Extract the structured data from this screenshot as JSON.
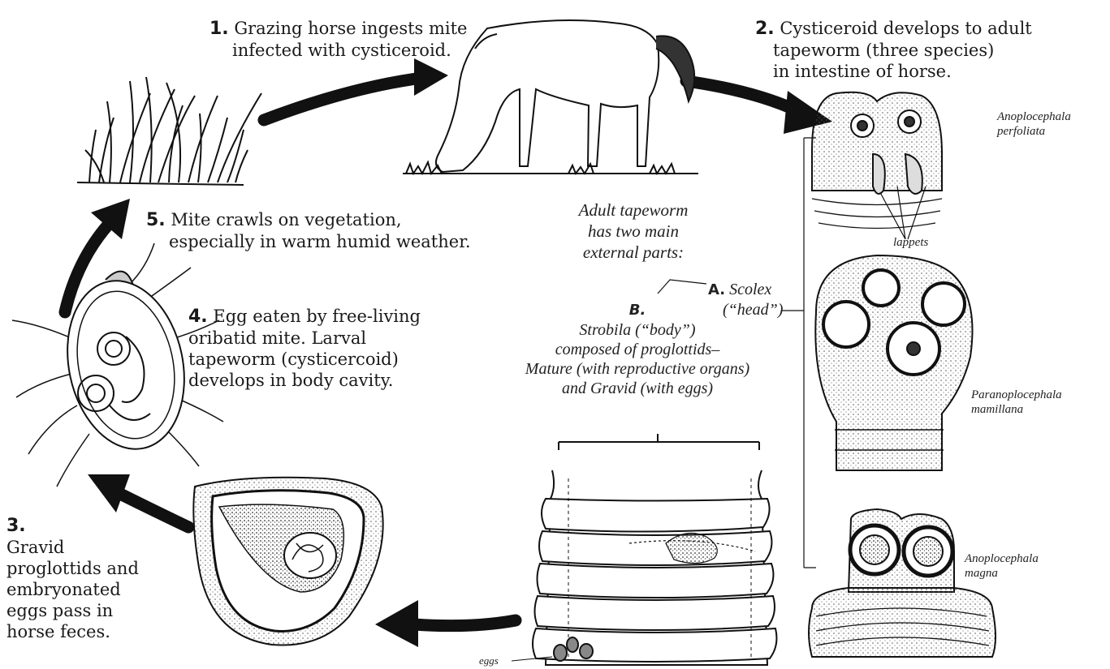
{
  "steps": [
    {
      "num": "1.",
      "line1": "Grazing horse ingests mite",
      "line2": "infected with cysticeroid."
    },
    {
      "num": "2.",
      "line1": "Cysticeroid develops to adult",
      "line2": "tapeworm (three species)",
      "line3": "in intestine of horse."
    },
    {
      "num": "3.",
      "line1": "Gravid",
      "line2": "proglottids and",
      "line3": "embryonated",
      "line4": "eggs pass in",
      "line5": "horse feces."
    },
    {
      "num": "4.",
      "line1": "Egg eaten by free-living",
      "line2": "oribatid mite. Larval",
      "line3": "tapeworm (cysticercoid)",
      "line4": "develops in body cavity."
    },
    {
      "num": "5.",
      "line1": "Mite crawls on vegetation,",
      "line2": "especially in warm humid weather."
    }
  ],
  "adult": {
    "line1": "Adult tapeworm",
    "line2": "has two main",
    "line3": "external parts:",
    "scolex_letter": "A.",
    "scolex_label": "Scolex",
    "scolex_sub": "(“head”)",
    "strobila_letter": "B.",
    "strobila_l1": "Strobila (“body”)",
    "strobila_l2": "composed of proglottids–",
    "strobila_l3": "Mature (with reproductive organs)",
    "strobila_l4": "and Gravid (with eggs)"
  },
  "species": [
    {
      "genus": "Anoplocephala",
      "epithet": "perfoliata"
    },
    {
      "genus": "Paranoplocephala",
      "epithet": "mamillana"
    },
    {
      "genus": "Anoplocephala",
      "epithet": "magna"
    }
  ],
  "labels": {
    "lappets": "lappets",
    "eggs": "eggs"
  },
  "icons": [
    "grass-icon",
    "horse-icon",
    "mite-icon",
    "proglottid-icon",
    "strobila-icon",
    "scolex-icon"
  ]
}
